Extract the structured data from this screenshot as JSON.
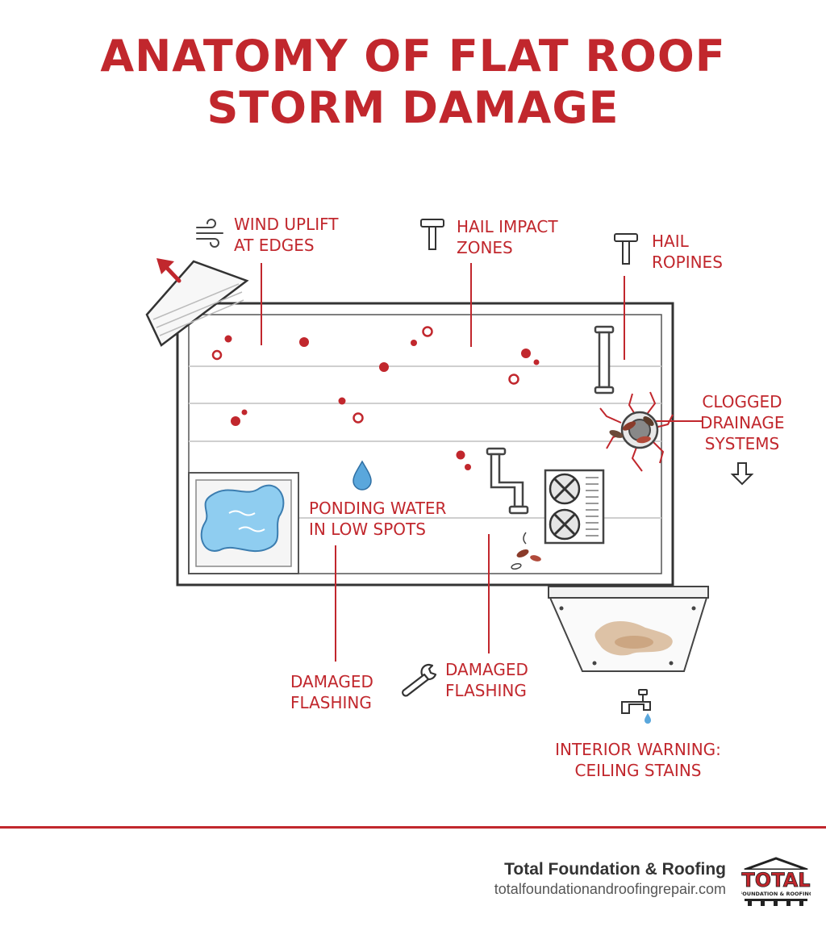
{
  "title": {
    "line1": "ANATOMY OF FLAT ROOF",
    "line2": "STORM DAMAGE"
  },
  "labels": {
    "wind_uplift": {
      "line1": "WIND UPLIFT",
      "line2": "AT EDGES",
      "icon": "wind-icon"
    },
    "hail_impact": {
      "line1": "HAIL IMPACT",
      "line2": "ZONES",
      "icon": "hammer-icon"
    },
    "hail_ropines": {
      "line1": "HAIL",
      "line2": "ROPINES",
      "icon": "hammer-icon"
    },
    "clogged_drainage": {
      "line1": "CLOGGED",
      "line2": "DRAINAGE",
      "line3": "SYSTEMS",
      "icon": "down-arrow-icon"
    },
    "ponding_water": {
      "line1": "PONDING WATER",
      "line2": "IN LOW SPOTS",
      "icon": "water-drop-icon"
    },
    "damaged_flashing_1": {
      "line1": "DAMAGED",
      "line2": "FLASHING"
    },
    "damaged_flashing_2": {
      "line1": "DAMAGED",
      "line2": "FLASHING",
      "icon": "wrench-icon"
    },
    "interior_warning": {
      "line1": "INTERIOR WARNING:",
      "line2": "CEILING STAINS",
      "icon": "faucet-icon"
    }
  },
  "footer": {
    "company": "Total Foundation & Roofing",
    "url": "totalfoundationandroofingrepair.com",
    "logo": {
      "word": "TOTAL",
      "tagline": "FOUNDATION & ROOFING"
    }
  },
  "colors": {
    "accent": "#c1272d",
    "water": "#8fcdf0",
    "stain": "#c8a27f",
    "line": "#333333"
  }
}
